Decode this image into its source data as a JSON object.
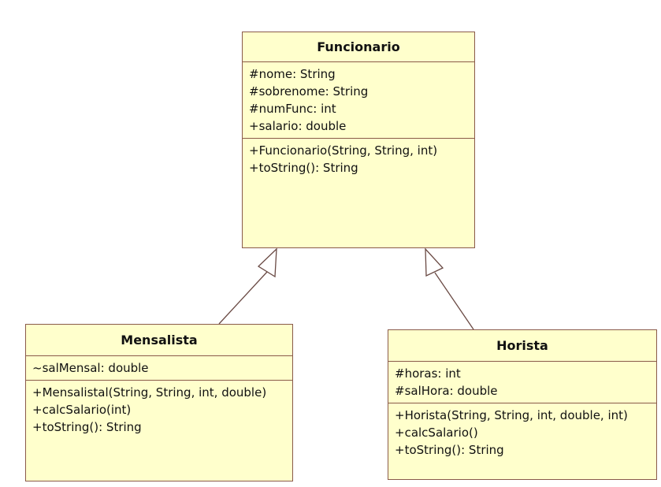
{
  "classes": {
    "funcionario": {
      "name": "Funcionario",
      "attributes": [
        "#nome: String",
        "#sobrenome: String",
        "#numFunc: int",
        "+salario: double"
      ],
      "operations": [
        "+Funcionario(String, String, int)",
        "+toString(): String"
      ]
    },
    "mensalista": {
      "name": "Mensalista",
      "attributes": [
        "~salMensal: double"
      ],
      "operations": [
        "+Mensalistal(String, String, int, double)",
        "+calcSalario(int)",
        "+toString(): String"
      ]
    },
    "horista": {
      "name": "Horista",
      "attributes": [
        "#horas: int",
        "#salHora: double"
      ],
      "operations": [
        "+Horista(String, String, int, double, int)",
        "+calcSalario()",
        "+toString(): String"
      ]
    }
  },
  "relationships": [
    {
      "type": "generalization",
      "from": "Mensalista",
      "to": "Funcionario"
    },
    {
      "type": "generalization",
      "from": "Horista",
      "to": "Funcionario"
    }
  ],
  "colors": {
    "class_fill": "#ffffcc",
    "class_border": "#8a5a4a",
    "edge": "#6a4a44"
  }
}
